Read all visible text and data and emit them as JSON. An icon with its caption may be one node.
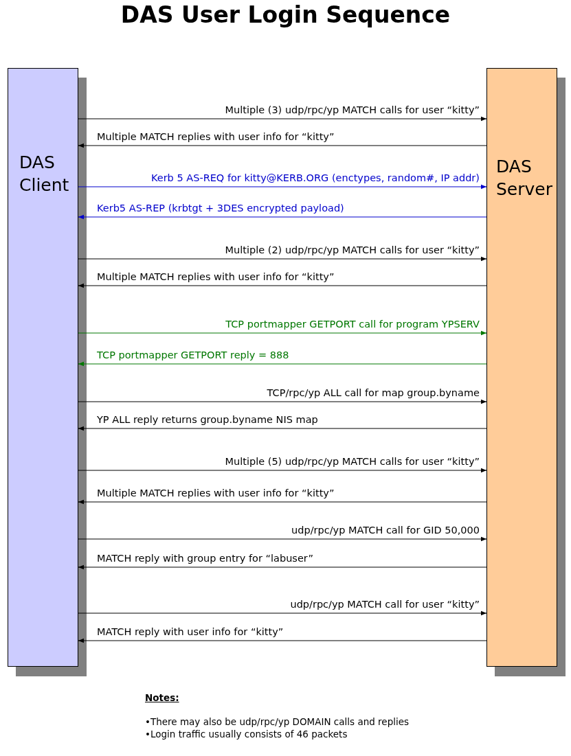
{
  "diagram": {
    "title": "DAS User Login Sequence",
    "nodes": [
      {
        "text": [
          "DAS Client"
        ]
      },
      {
        "text": [
          "DAS Server"
        ]
      }
    ],
    "edges": [
      {
        "from": 0,
        "to": 1,
        "arrow": "to",
        "label": "Multiple (3) udp/rpc/yp MATCH calls for user “kitty”"
      },
      {
        "from": 1,
        "to": 0,
        "arrow": "to",
        "label": "Multiple MATCH replies with user info for “kitty”"
      },
      {
        "from": 0,
        "to": 1,
        "arrow": "to",
        "label": "Kerb 5 AS-REQ for kitty@KERB.ORG (enctypes, random#, IP addr)",
        "color": "#0000cc"
      },
      {
        "from": 1,
        "to": 0,
        "arrow": "to",
        "label": "Kerb5 AS-REP (krbtgt + 3DES encrypted payload)",
        "color": "#0000cc"
      },
      {
        "from": 0,
        "to": 1,
        "arrow": "to",
        "label": "Multiple (2) udp/rpc/yp MATCH calls for user “kitty”"
      },
      {
        "from": 1,
        "to": 0,
        "arrow": "to",
        "label": "Multiple MATCH replies with user info for “kitty”"
      },
      {
        "from": 0,
        "to": 1,
        "arrow": "to",
        "label": "TCP portmapper GETPORT call for program YPSERV",
        "color": "#007700"
      },
      {
        "from": 1,
        "to": 0,
        "arrow": "to",
        "label": "TCP portmapper GETPORT reply = 888",
        "color": "#007700"
      },
      {
        "from": 0,
        "to": 1,
        "arrow": "to",
        "label": "TCP/rpc/yp ALL call for map group.byname"
      },
      {
        "from": 1,
        "to": 0,
        "arrow": "to",
        "label": "YP ALL reply returns group.byname NIS map"
      },
      {
        "from": 0,
        "to": 1,
        "arrow": "to",
        "label": "Multiple (5) udp/rpc/yp MATCH calls for user “kitty”"
      },
      {
        "from": 1,
        "to": 0,
        "arrow": "to",
        "label": "Multiple MATCH replies with user info for “kitty”"
      },
      {
        "from": 0,
        "to": 1,
        "arrow": "to",
        "label": "udp/rpc/yp MATCH call for GID 50,000"
      },
      {
        "from": 1,
        "to": 0,
        "arrow": "to",
        "label": "MATCH reply with group entry for “labuser”"
      },
      {
        "from": 0,
        "to": 1,
        "arrow": "to",
        "label": "udp/rpc/yp MATCH call for user “kitty”"
      },
      {
        "from": 1,
        "to": 0,
        "arrow": "to",
        "label": "MATCH reply with user info for “kitty”"
      }
    ],
    "labels": [
      "Notes:",
      "•There may also be udp/rpc/yp DOMAIN calls and replies",
      "•Login traffic usually consists of 46 packets"
    ]
  }
}
